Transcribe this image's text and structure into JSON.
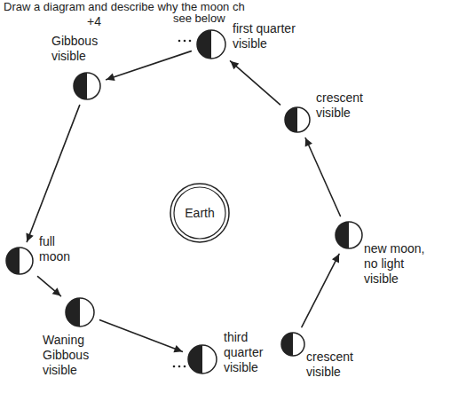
{
  "diagram": {
    "nodes": [
      {
        "text": [
          "first quarter visible"
        ]
      },
      {
        "text": [
          "Gibbous visible"
        ]
      },
      {
        "text": [
          "crescent visible"
        ]
      },
      {
        "text": [
          "full moon"
        ]
      },
      {
        "text": [
          "Earth"
        ]
      },
      {
        "text": [
          "new moon, no light visible"
        ]
      },
      {
        "text": [
          "Waning Gibbous visible"
        ]
      },
      {
        "text": [
          "third quarter visible"
        ]
      },
      {
        "text": [
          "crescent visible"
        ]
      }
    ],
    "edges": [
      {
        "from": 5,
        "to": 2,
        "arrow": "to"
      },
      {
        "from": 2,
        "to": 0,
        "arrow": "to"
      },
      {
        "from": 0,
        "to": 1,
        "arrow": "to"
      },
      {
        "from": 1,
        "to": 3,
        "arrow": "to"
      },
      {
        "from": 3,
        "to": 6,
        "arrow": "to"
      },
      {
        "from": 6,
        "to": 7,
        "arrow": "to"
      },
      {
        "from": 8,
        "to": 5,
        "arrow": "to"
      }
    ],
    "labels": [
      "Draw a diagram and describe why the moon ch",
      "+4",
      "see below"
    ]
  }
}
